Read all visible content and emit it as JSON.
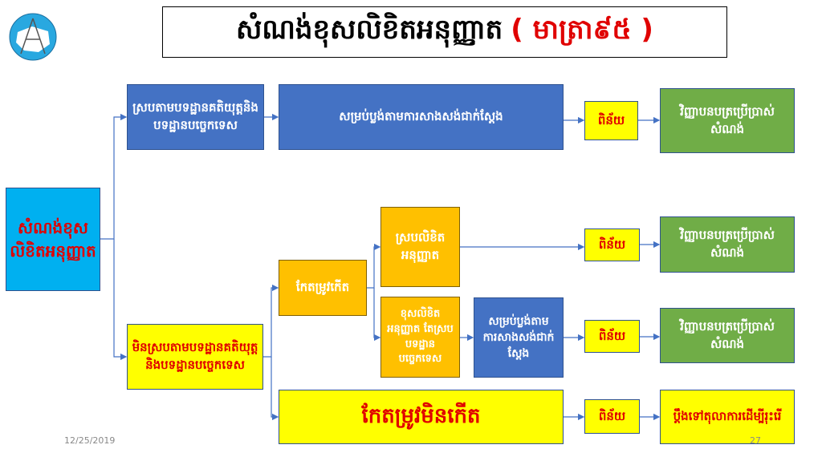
{
  "title": {
    "main": "សំណង់ខុសលិខិតអនុញ្ញាត",
    "article": "( មាត្រា៩៥ )"
  },
  "root": "សំណង់ខុសលិខិតអនុញ្ញាត",
  "branch_compliant": {
    "label": "ស្របតាមបទដ្ឋានគតិយុត្តនិងបទដ្ឋានបច្ចេកទេស",
    "action": "សម្រប់ប្លង់តាមការសាងសង់ជាក់ស្តែង",
    "fine": "ពិន័យ",
    "result": "វិញ្ញាបនបត្រប្រើប្រាស់សំណង់"
  },
  "branch_noncompliant": {
    "label": "មិនស្របតាមបទដ្ឋានគតិយុត្តនិងបទដ្ឋានបច្ចេកទេស",
    "correctable": "កែតម្រូវកើត",
    "sub1": {
      "label": "ស្របលិខិតអនុញ្ញាត",
      "fine": "ពិន័យ",
      "result": "វិញ្ញាបនបត្រប្រើប្រាស់សំណង់"
    },
    "sub2": {
      "label": "ខុសលិខិតអនុញ្ញាត តែស្របបទដ្ឋានបច្ចេកទេស",
      "action": "សម្រប់ប្លង់តាមការសាងសង់ជាក់ស្តែង",
      "fine": "ពិន័យ",
      "result": "វិញ្ញាបនបត្រប្រើប្រាស់សំណង់"
    },
    "not_correctable": {
      "label": "កែតម្រូវមិនកើត",
      "fine": "ពិន័យ",
      "result": "ប្តឹងទៅតុលាការដើម្បីរុះរើ"
    }
  },
  "footer": {
    "date": "12/25/2019",
    "page": "27"
  }
}
